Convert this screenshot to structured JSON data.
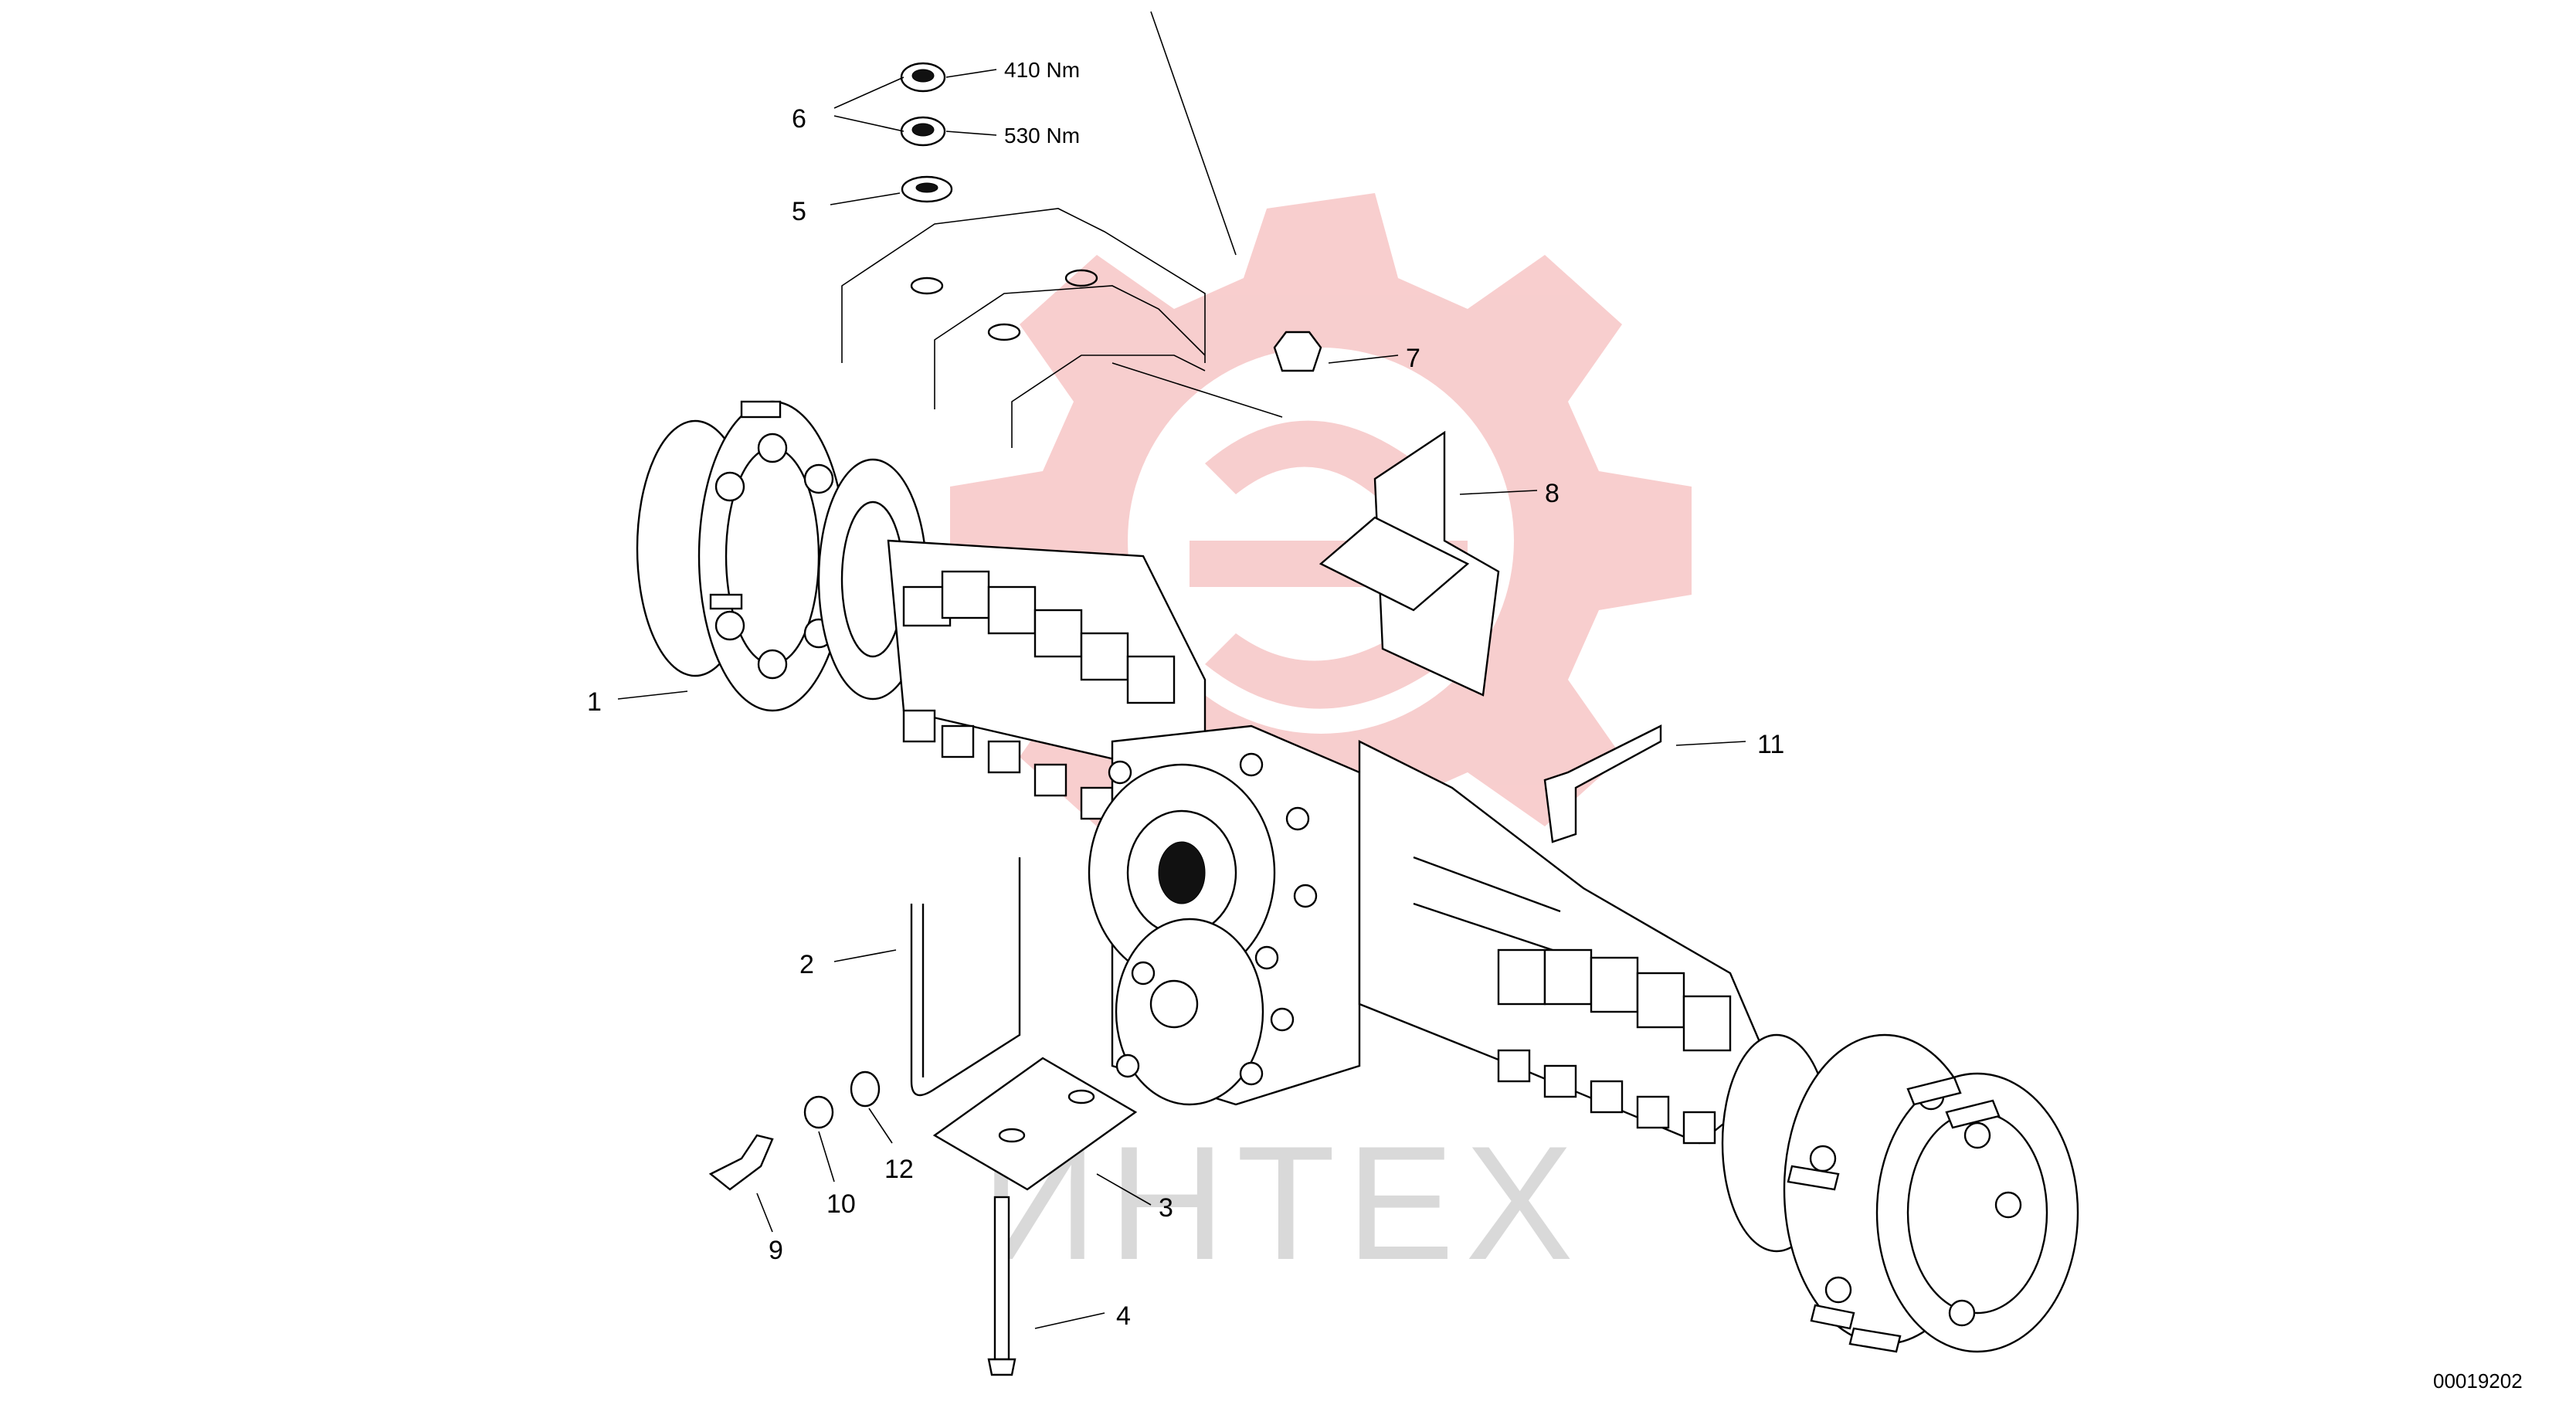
{
  "diagram": {
    "part_labels": [
      "1",
      "2",
      "3",
      "4",
      "5",
      "6",
      "7",
      "8",
      "9",
      "10",
      "11",
      "12"
    ],
    "torque_values": [
      "410  Nm",
      "530  Nm"
    ],
    "watermark_text": "ИНТЕХ",
    "document_number": "00019202",
    "colors": {
      "line": "#000000",
      "watermark_logo": "#f7c9c9",
      "watermark_text": "#d9d9d9",
      "background": "#ffffff"
    }
  }
}
